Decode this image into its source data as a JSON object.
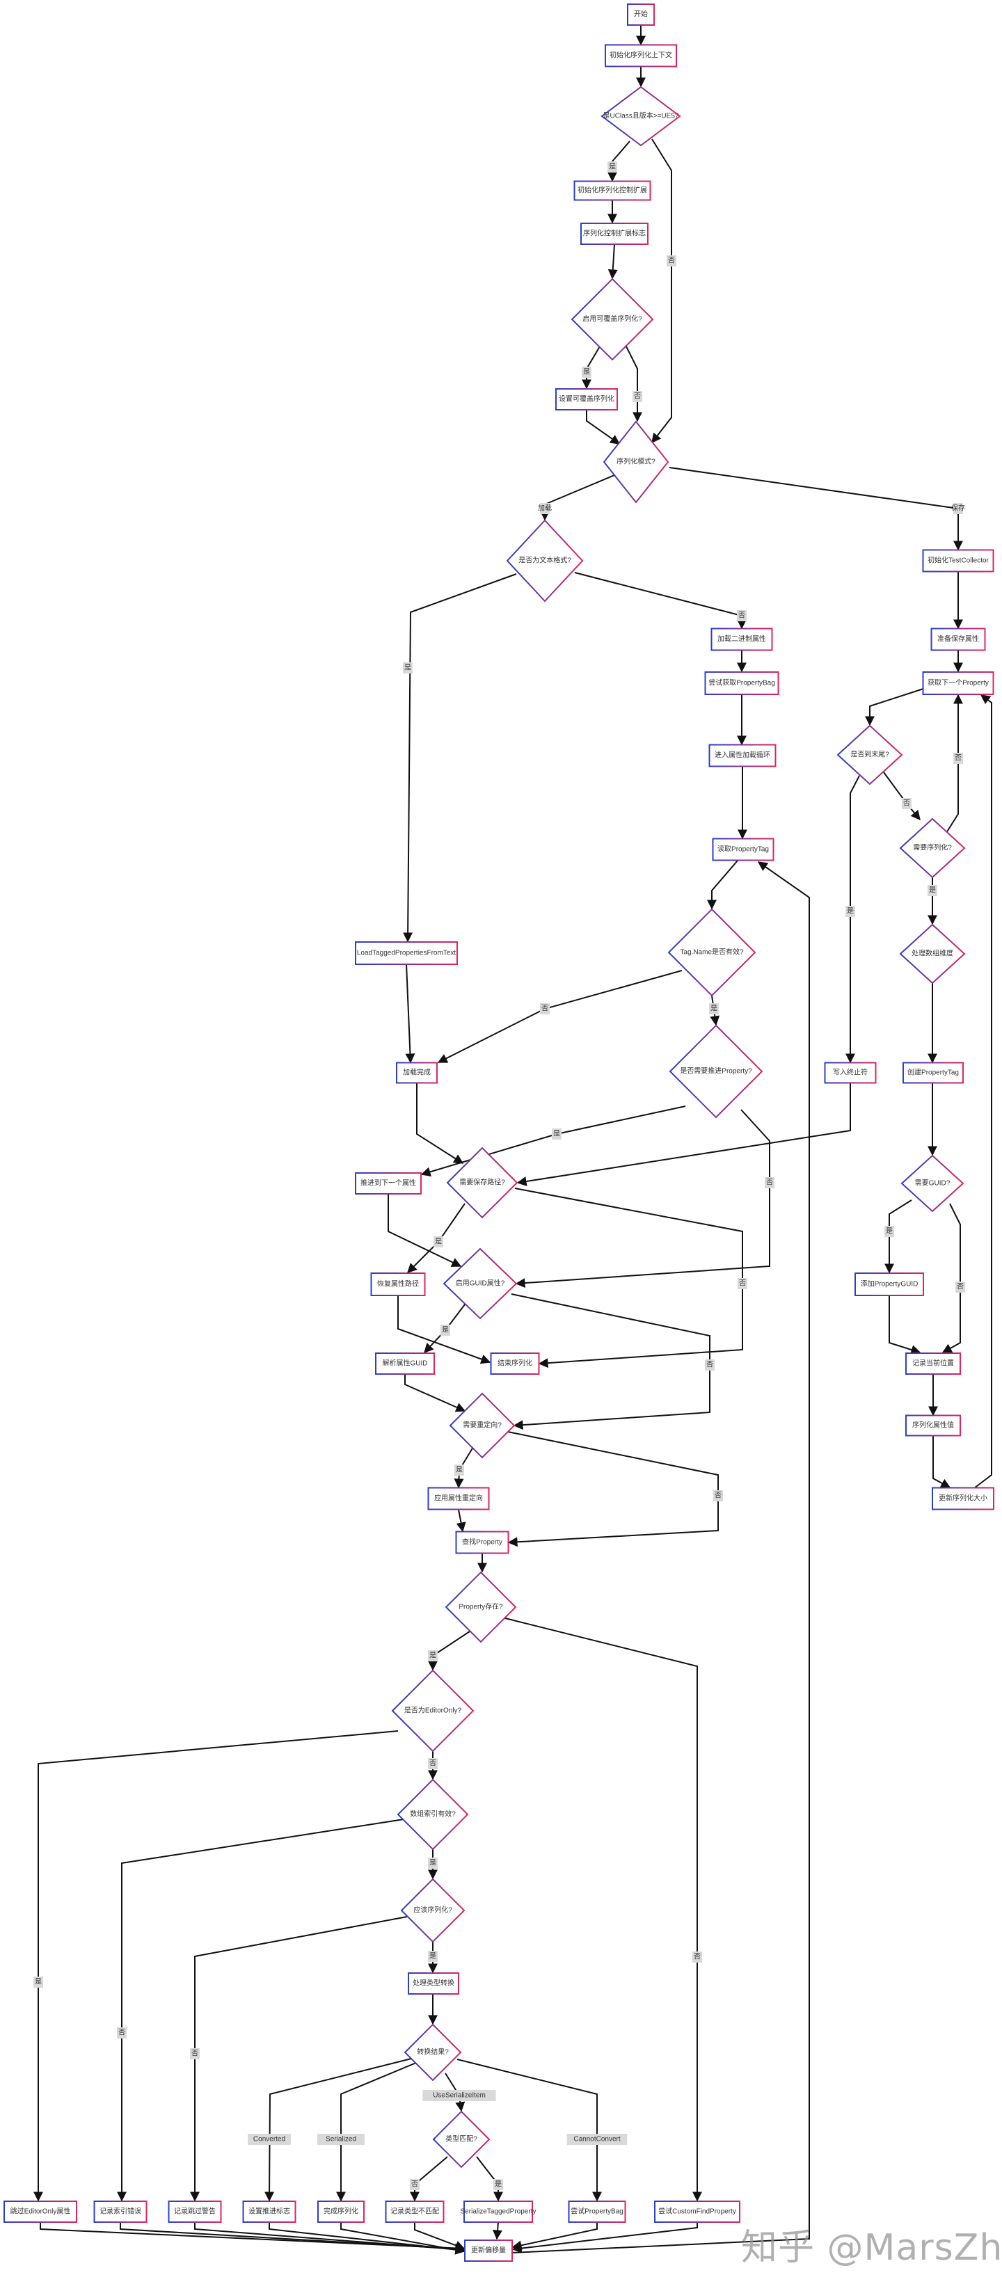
{
  "nodes": {
    "start": {
      "text": "开始",
      "shape": "rect"
    },
    "ctx": {
      "text": "初始化序列化上下文",
      "shape": "rect"
    },
    "uclass": {
      "text": "是UClass且版本>=UE5?",
      "shape": "diamond"
    },
    "ctrlExt": {
      "text": "初始化序列化控制扩展",
      "shape": "rect"
    },
    "ctrlFlag": {
      "text": "序列化控制扩展标志",
      "shape": "rect"
    },
    "override": {
      "text": "启用可覆盖序列化?",
      "shape": "diamond"
    },
    "setOverride": {
      "text": "设置可覆盖序列化",
      "shape": "rect"
    },
    "mode": {
      "text": "序列化模式?",
      "shape": "diamond"
    },
    "isText": {
      "text": "是否为文本格式?",
      "shape": "diamond"
    },
    "initTC": {
      "text": "初始化TestCollector",
      "shape": "rect"
    },
    "prepSave": {
      "text": "准备保存属性",
      "shape": "rect"
    },
    "getNext": {
      "text": "获取下一个Property",
      "shape": "rect"
    },
    "atEnd": {
      "text": "是否到末尾?",
      "shape": "diamond"
    },
    "needSer": {
      "text": "需要序列化?",
      "shape": "diamond"
    },
    "arrayDim": {
      "text": "处理数组维度",
      "shape": "diamond"
    },
    "writeTerm": {
      "text": "写入终止符",
      "shape": "rect"
    },
    "createTag": {
      "text": "创建PropertyTag",
      "shape": "rect"
    },
    "needGuid": {
      "text": "需要GUID?",
      "shape": "diamond"
    },
    "addGuid": {
      "text": "添加PropertyGUID",
      "shape": "rect"
    },
    "recordPos": {
      "text": "记录当前位置",
      "shape": "rect"
    },
    "serVal": {
      "text": "序列化属性值",
      "shape": "rect"
    },
    "updateSize": {
      "text": "更新序列化大小",
      "shape": "rect"
    },
    "binary": {
      "text": "加载二进制属性",
      "shape": "rect"
    },
    "bag": {
      "text": "尝试获取PropertyBag",
      "shape": "rect"
    },
    "loop": {
      "text": "进入属性加载循环",
      "shape": "rect"
    },
    "readTag": {
      "text": "读取PropertyTag",
      "shape": "rect"
    },
    "tagValid": {
      "text": "Tag.Name是否有效?",
      "shape": "diamond"
    },
    "advance": {
      "text": "是否需要推进Property?",
      "shape": "diamond"
    },
    "loadText": {
      "text": "LoadTaggedPropertiesFromText",
      "shape": "rect"
    },
    "loaded": {
      "text": "加载完成",
      "shape": "rect"
    },
    "advanceNext": {
      "text": "推进到下一个属性",
      "shape": "rect"
    },
    "savePath": {
      "text": "需要保存路径?",
      "shape": "diamond"
    },
    "restore": {
      "text": "恢复属性路径",
      "shape": "rect"
    },
    "guidEn": {
      "text": "启用GUID属性?",
      "shape": "diamond"
    },
    "parseGuid": {
      "text": "解析属性GUID",
      "shape": "rect"
    },
    "endSer": {
      "text": "结束序列化",
      "shape": "rect"
    },
    "redirect": {
      "text": "需要重定向?",
      "shape": "diamond"
    },
    "applyRedirect": {
      "text": "应用属性重定向",
      "shape": "rect"
    },
    "find": {
      "text": "查找Property",
      "shape": "rect"
    },
    "exists": {
      "text": "Property存在?",
      "shape": "diamond"
    },
    "editorOnly": {
      "text": "是否为EditorOnly?",
      "shape": "diamond"
    },
    "arrayValid": {
      "text": "数组索引有效?",
      "shape": "diamond"
    },
    "shouldSer": {
      "text": "应该序列化?",
      "shape": "diamond"
    },
    "typeConv": {
      "text": "处理类型转换",
      "shape": "rect"
    },
    "convResult": {
      "text": "转换结果?",
      "shape": "diamond"
    },
    "typeMatch": {
      "text": "类型匹配?",
      "shape": "diamond"
    },
    "skipEditor": {
      "text": "跳过EditorOnly属性",
      "shape": "rect"
    },
    "indexErr": {
      "text": "记录索引错误",
      "shape": "rect"
    },
    "skipWarn": {
      "text": "记录跳过警告",
      "shape": "rect"
    },
    "setAdvance": {
      "text": "设置推进标志",
      "shape": "rect"
    },
    "finishSer": {
      "text": "完成序列化",
      "shape": "rect"
    },
    "mismatch": {
      "text": "记录类型不匹配",
      "shape": "rect"
    },
    "serTagged": {
      "text": "SerializeTaggedProperty",
      "shape": "rect"
    },
    "tryBag": {
      "text": "尝试PropertyBag",
      "shape": "rect"
    },
    "customFind": {
      "text": "尝试CustomFindProperty",
      "shape": "rect"
    },
    "updateOffset": {
      "text": "更新偏移量",
      "shape": "rect"
    }
  },
  "edges": [
    {
      "from": "start",
      "to": "ctx",
      "label": ""
    },
    {
      "from": "ctx",
      "to": "uclass",
      "label": ""
    },
    {
      "from": "uclass",
      "to": "ctrlExt",
      "label": "是"
    },
    {
      "from": "uclass",
      "to": "mode",
      "label": "否"
    },
    {
      "from": "ctrlExt",
      "to": "ctrlFlag",
      "label": ""
    },
    {
      "from": "ctrlFlag",
      "to": "override",
      "label": ""
    },
    {
      "from": "override",
      "to": "setOverride",
      "label": "是"
    },
    {
      "from": "override",
      "to": "mode",
      "label": "否"
    },
    {
      "from": "setOverride",
      "to": "mode",
      "label": ""
    },
    {
      "from": "mode",
      "to": "isText",
      "label": "加载"
    },
    {
      "from": "mode",
      "to": "initTC",
      "label": "保存"
    },
    {
      "from": "isText",
      "to": "loadText",
      "label": "是"
    },
    {
      "from": "isText",
      "to": "binary",
      "label": "否"
    },
    {
      "from": "binary",
      "to": "bag",
      "label": ""
    },
    {
      "from": "bag",
      "to": "loop",
      "label": ""
    },
    {
      "from": "loop",
      "to": "readTag",
      "label": ""
    },
    {
      "from": "readTag",
      "to": "tagValid",
      "label": ""
    },
    {
      "from": "tagValid",
      "to": "loaded",
      "label": "否"
    },
    {
      "from": "tagValid",
      "to": "advance",
      "label": "是"
    },
    {
      "from": "loadText",
      "to": "loaded",
      "label": ""
    },
    {
      "from": "advance",
      "to": "advanceNext",
      "label": "是"
    },
    {
      "from": "advance",
      "to": "guidEn",
      "label": "否"
    },
    {
      "from": "writeTerm",
      "to": "savePath",
      "label": ""
    },
    {
      "from": "loaded",
      "to": "savePath",
      "label": ""
    },
    {
      "from": "savePath",
      "to": "restore",
      "label": "是"
    },
    {
      "from": "savePath",
      "to": "endSer",
      "label": "否"
    },
    {
      "from": "advanceNext",
      "to": "guidEn",
      "label": ""
    },
    {
      "from": "restore",
      "to": "endSer",
      "label": ""
    },
    {
      "from": "guidEn",
      "to": "parseGuid",
      "label": "是"
    },
    {
      "from": "guidEn",
      "to": "redirect",
      "label": "否"
    },
    {
      "from": "parseGuid",
      "to": "redirect",
      "label": ""
    },
    {
      "from": "redirect",
      "to": "applyRedirect",
      "label": "是"
    },
    {
      "from": "redirect",
      "to": "find",
      "label": "否"
    },
    {
      "from": "applyRedirect",
      "to": "find",
      "label": ""
    },
    {
      "from": "find",
      "to": "exists",
      "label": ""
    },
    {
      "from": "exists",
      "to": "editorOnly",
      "label": "是"
    },
    {
      "from": "exists",
      "to": "customFind",
      "label": "否"
    },
    {
      "from": "editorOnly",
      "to": "skipEditor",
      "label": "是"
    },
    {
      "from": "editorOnly",
      "to": "arrayValid",
      "label": "否"
    },
    {
      "from": "arrayValid",
      "to": "indexErr",
      "label": "否"
    },
    {
      "from": "arrayValid",
      "to": "shouldSer",
      "label": "是"
    },
    {
      "from": "shouldSer",
      "to": "skipWarn",
      "label": "否"
    },
    {
      "from": "shouldSer",
      "to": "typeConv",
      "label": "是"
    },
    {
      "from": "typeConv",
      "to": "convResult",
      "label": ""
    },
    {
      "from": "convResult",
      "to": "setAdvance",
      "label": "Converted"
    },
    {
      "from": "convResult",
      "to": "finishSer",
      "label": "Serialized"
    },
    {
      "from": "convResult",
      "to": "typeMatch",
      "label": "UseSerializeItem"
    },
    {
      "from": "convResult",
      "to": "tryBag",
      "label": "CannotConvert"
    },
    {
      "from": "typeMatch",
      "to": "mismatch",
      "label": "否"
    },
    {
      "from": "typeMatch",
      "to": "serTagged",
      "label": "是"
    },
    {
      "from": "skipEditor",
      "to": "updateOffset",
      "label": ""
    },
    {
      "from": "indexErr",
      "to": "updateOffset",
      "label": ""
    },
    {
      "from": "skipWarn",
      "to": "updateOffset",
      "label": ""
    },
    {
      "from": "setAdvance",
      "to": "updateOffset",
      "label": ""
    },
    {
      "from": "finishSer",
      "to": "updateOffset",
      "label": ""
    },
    {
      "from": "mismatch",
      "to": "updateOffset",
      "label": ""
    },
    {
      "from": "serTagged",
      "to": "updateOffset",
      "label": ""
    },
    {
      "from": "tryBag",
      "to": "updateOffset",
      "label": ""
    },
    {
      "from": "customFind",
      "to": "updateOffset",
      "label": ""
    },
    {
      "from": "updateOffset",
      "to": "readTag",
      "label": ""
    },
    {
      "from": "initTC",
      "to": "prepSave",
      "label": ""
    },
    {
      "from": "prepSave",
      "to": "getNext",
      "label": ""
    },
    {
      "from": "getNext",
      "to": "atEnd",
      "label": ""
    },
    {
      "from": "atEnd",
      "to": "writeTerm",
      "label": "是"
    },
    {
      "from": "atEnd",
      "to": "needSer",
      "label": "否"
    },
    {
      "from": "needSer",
      "to": "getNext",
      "label": "否"
    },
    {
      "from": "needSer",
      "to": "arrayDim",
      "label": "是"
    },
    {
      "from": "arrayDim",
      "to": "createTag",
      "label": ""
    },
    {
      "from": "createTag",
      "to": "needGuid",
      "label": ""
    },
    {
      "from": "needGuid",
      "to": "addGuid",
      "label": "是"
    },
    {
      "from": "needGuid",
      "to": "recordPos",
      "label": "否"
    },
    {
      "from": "addGuid",
      "to": "recordPos",
      "label": ""
    },
    {
      "from": "recordPos",
      "to": "serVal",
      "label": ""
    },
    {
      "from": "serVal",
      "to": "updateSize",
      "label": ""
    },
    {
      "from": "updateSize",
      "to": "getNext",
      "label": ""
    }
  ],
  "watermark": "知乎 @MarsZhou",
  "colors": {
    "border_start": "#2b3fc9",
    "border_end": "#e0245e",
    "edge": "#111111",
    "label_bg": "#d9d9d9"
  }
}
